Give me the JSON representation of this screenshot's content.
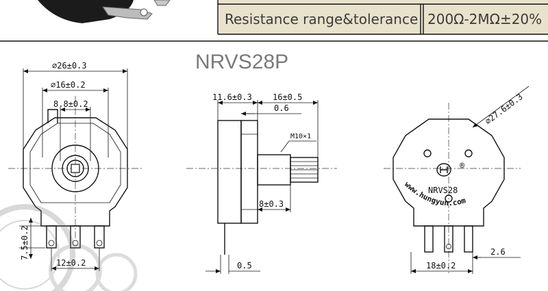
{
  "spec_table": {
    "label": "Resistance range&tolerance",
    "value": "200Ω-2MΩ±20%"
  },
  "title": "NRVS28P",
  "front_view": {
    "dim_outer": "⌀26±0.3",
    "dim_mid": "⌀16±0.2",
    "dim_inner": "8.8±0.2",
    "dim_pin_height": "7.5±0.2",
    "dim_pin_pitch": "12±0.2"
  },
  "side_view": {
    "dim_body": "11.6±0.3",
    "dim_shaft": "16±0.5",
    "dim_flange": "0.6",
    "thread": "M10×1",
    "dim_bushing": "8±0.3",
    "dim_terminal": "0.5"
  },
  "rear_view": {
    "dim_diameter": "⌀27.6±0.3",
    "brand_mark": "®",
    "model": "NRVS28",
    "website": "www.hungyun.com",
    "dim_pins": "18±0.2",
    "dim_pin_width": "2.6"
  }
}
